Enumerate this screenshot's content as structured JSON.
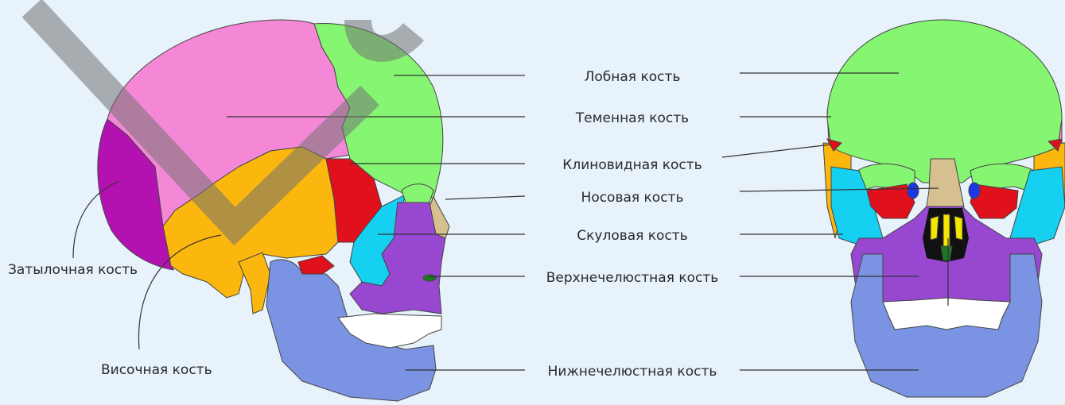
{
  "labels": {
    "frontal": "Лобная кость",
    "parietal": "Теменная кость",
    "sphenoid": "Клиновидная кость",
    "nasal": "Носовая кость",
    "zygomatic": "Скуловая кость",
    "maxilla": "Верхнечелюстная кость",
    "mandible": "Нижнечелюстная кость",
    "occipital": "Затылочная кость",
    "temporal": "Височная кость"
  },
  "bone_colors": {
    "frontal": "#86f571",
    "parietal": "#f487d6",
    "occipital": "#b312b0",
    "temporal": "#fbb70d",
    "sphenoid": "#e0101c",
    "nasal": "#d7c08f",
    "zygomatic": "#15d0f1",
    "maxilla": "#9747d0",
    "mandible": "#7a93e2",
    "teeth": "#ffffff",
    "lacrimal_ethmoid": "#1d36e6",
    "vomer": "#1a7a20",
    "turbinate": "#f3e600"
  },
  "watermark_color": "#737373"
}
